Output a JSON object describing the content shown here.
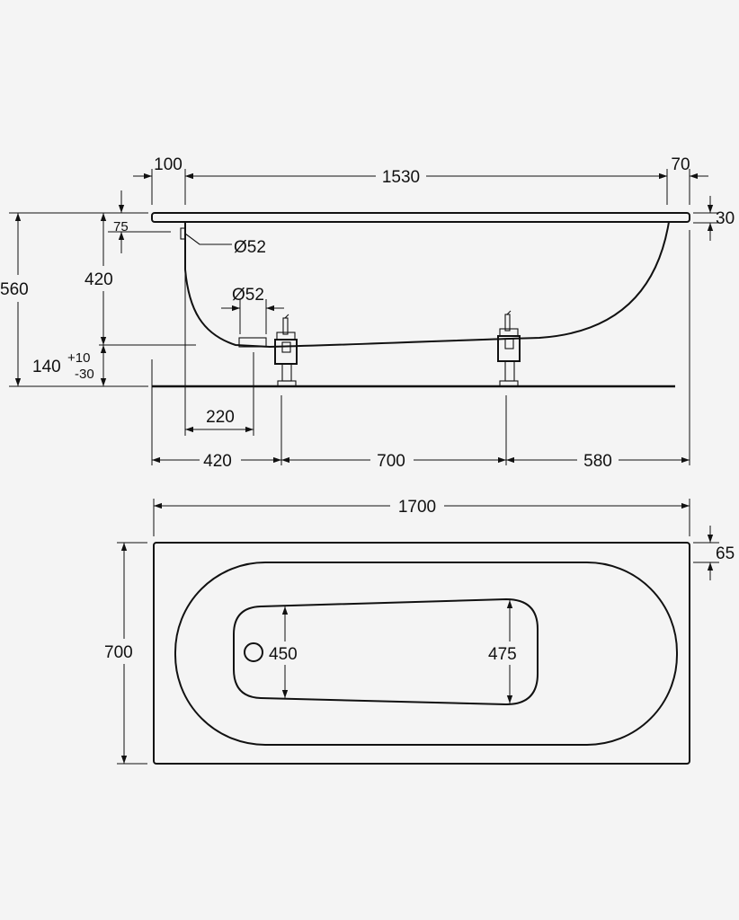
{
  "side_view": {
    "dims": {
      "lip_left": "100",
      "inner_length": "1530",
      "lip_right": "70",
      "rim_thickness": "30",
      "overflow_depth": "75",
      "overflow_diameter": "Ø52",
      "total_height": "560",
      "depth": "420",
      "drain_diameter": "Ø52",
      "floor_clearance": "140",
      "tolerance_plus": "+10",
      "tolerance_minus": "-30",
      "drain_offset": "220",
      "foot_left": "420",
      "foot_spacing": "700",
      "foot_right": "580"
    }
  },
  "top_view": {
    "dims": {
      "length": "1700",
      "width": "700",
      "rim_width": "65",
      "bottom_narrow": "450",
      "bottom_wide": "475"
    }
  }
}
